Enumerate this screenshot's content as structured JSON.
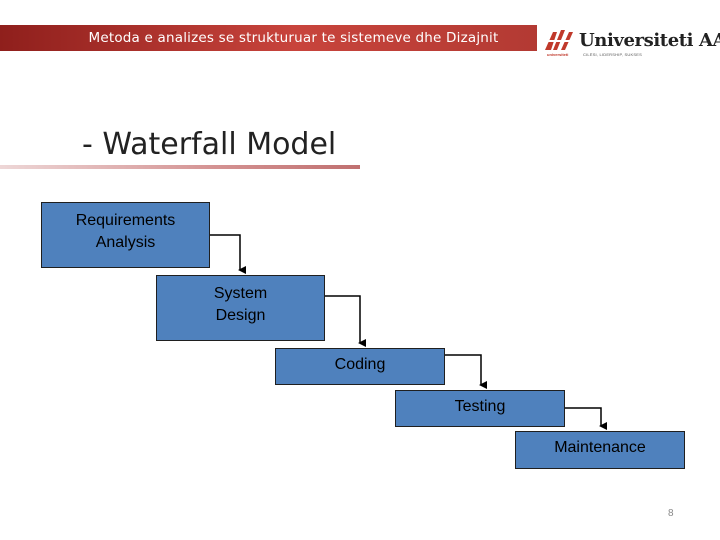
{
  "header": {
    "title": "Metoda e analizes se strukturuar te sistemeve dhe Dizajnit",
    "logo_name": "Universiteti AAB",
    "logo_tagline": "CILËSI, LIDERSHIP, SUKSES",
    "logo_small": "universiteti",
    "accent_color": "#b8322d"
  },
  "slide": {
    "title": "- Waterfall Model",
    "page_number": "8"
  },
  "diagram": {
    "box_color": "#4f81bd",
    "stages": [
      {
        "label": "Requirements\nAnalysis"
      },
      {
        "label": "System\nDesign"
      },
      {
        "label": "Coding"
      },
      {
        "label": "Testing"
      },
      {
        "label": "Maintenance"
      }
    ]
  }
}
